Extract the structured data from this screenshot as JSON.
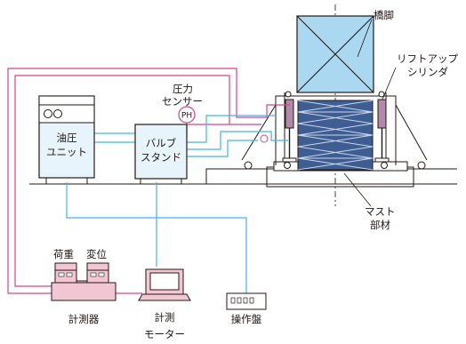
{
  "labels": {
    "pier": "橋脚",
    "liftup_cylinder_1": "リフトアップ",
    "liftup_cylinder_2": "シリンダ",
    "pressure_sensor_1": "圧力",
    "pressure_sensor_2": "センサー",
    "ph": "PH",
    "hydraulic_unit_1": "油圧",
    "hydraulic_unit_2": "ユニット",
    "valve_stand_1": "バルブ",
    "valve_stand_2": "スタンド",
    "mast_member_1": "マスト",
    "mast_member_2": "部材",
    "load": "荷重",
    "displacement": "変位",
    "measuring_instrument": "計測器",
    "measuring_monitor_1": "計測",
    "measuring_monitor_2": "モーター",
    "control_panel": "操作盤"
  },
  "colors": {
    "hydraulic_line": "#41b6e6",
    "signal_line": "#d9428b",
    "pier_fill": "#a9d8f0",
    "mast_fill": "#3e5e93",
    "cylinder_fill": "#b08aa8",
    "instrument_fill": "#f3c6d3",
    "unit_fill": "#e8f4fb",
    "outline": "#231815"
  }
}
